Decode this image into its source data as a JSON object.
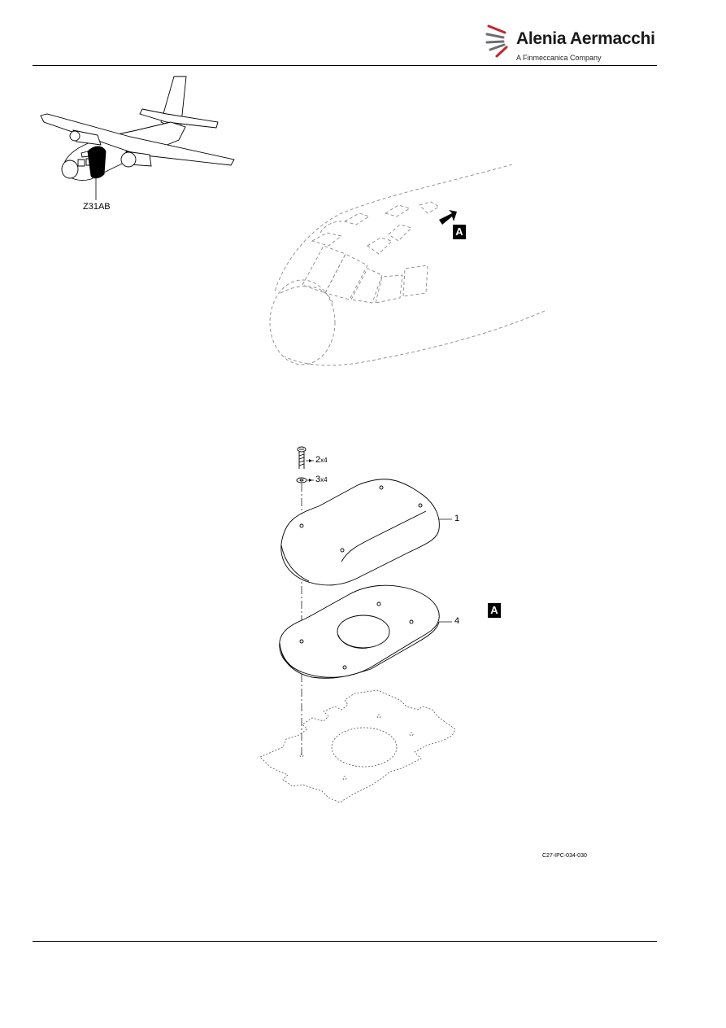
{
  "header": {
    "brand_name": "Alenia Aermacchi",
    "brand_tagline": "A Finmeccanica Company"
  },
  "locator": {
    "zone_label": "Z31AB"
  },
  "view_tag": "A",
  "callouts": {
    "item_1": "1",
    "item_2": "2",
    "item_2_qty": "x4",
    "item_3": "3",
    "item_3_qty": "x4",
    "item_4": "4"
  },
  "figure_ref": "C27-IPC-034-030",
  "colors": {
    "logo_red": "#c0272d",
    "logo_gray": "#6d6e71",
    "ink": "#000000",
    "phantom": "#8a8a8a"
  }
}
